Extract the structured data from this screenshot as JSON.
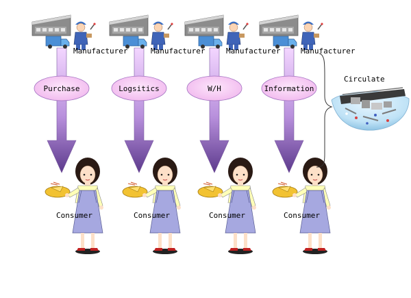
{
  "columns": [
    {
      "manufacturer": "Manufacturer",
      "channel": "Purchase",
      "consumer": "Consumer"
    },
    {
      "manufacturer": "Manufacturer",
      "channel": "Logsitics",
      "consumer": "Consumer"
    },
    {
      "manufacturer": "Manufacturer",
      "channel": "W/H",
      "consumer": "Consumer"
    },
    {
      "manufacturer": "Manufacturer",
      "channel": "Information",
      "consumer": "Consumer"
    }
  ],
  "circulate": {
    "label": "Circulate"
  },
  "colors": {
    "arrow_top": "#f3d6ff",
    "arrow_bottom": "#5c3a8c",
    "oval_fill": "#f8cff6",
    "oval_stroke": "#a070c0",
    "skirt": "#a6a8e0",
    "blouse": "#ffffb8",
    "plate": "#f2c232"
  }
}
